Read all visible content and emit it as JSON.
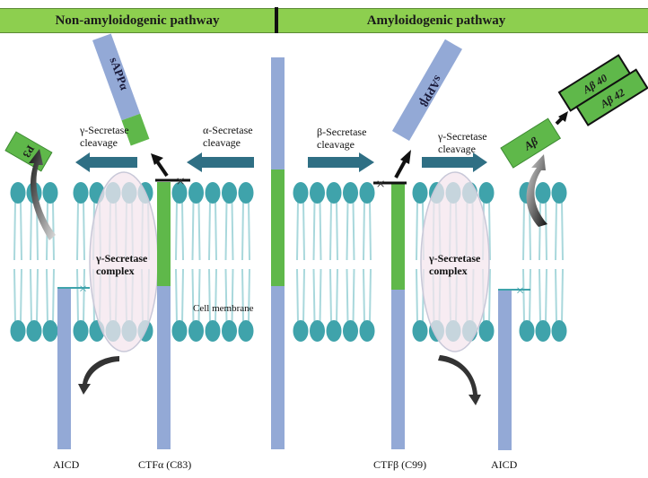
{
  "header": {
    "left_title": "Non-amyloidogenic pathway",
    "right_title": "Amyloidogenic pathway"
  },
  "fragments": {
    "sappa": "sAPPα",
    "sappb": "sAPPβ",
    "p3": "P3",
    "abeta": "Aβ",
    "abeta40": "Aβ 40",
    "abeta42": "Aβ 42"
  },
  "labels": {
    "gamma_cleavage_left_1": "γ-Secretase",
    "gamma_cleavage_left_2": "cleavage",
    "alpha_cleavage_1": "α-Secretase",
    "alpha_cleavage_2": "cleavage",
    "beta_cleavage_1": "β-Secretase",
    "beta_cleavage_2": "cleavage",
    "gamma_cleavage_right_1": "γ-Secretase",
    "gamma_cleavage_right_2": "cleavage",
    "complex_left_1": "γ-Secretase",
    "complex_left_2": "complex",
    "complex_right_1": "γ-Secretase",
    "complex_right_2": "complex",
    "cell_membrane": "Cell membrane",
    "aicd_left": "AICD",
    "ctfa": "CTFα (C83)",
    "ctfb": "CTFβ (C99)",
    "aicd_right": "AICD"
  },
  "colors": {
    "header_green": "#8dcf4f",
    "protein_green": "#5fb84a",
    "protein_blue": "#93a9d6",
    "lipid_head": "#3fa3ab",
    "lipid_tail": "#a9d8dc",
    "arrow_teal": "#2f6f84",
    "complex_fill": "#f4e6ee"
  }
}
